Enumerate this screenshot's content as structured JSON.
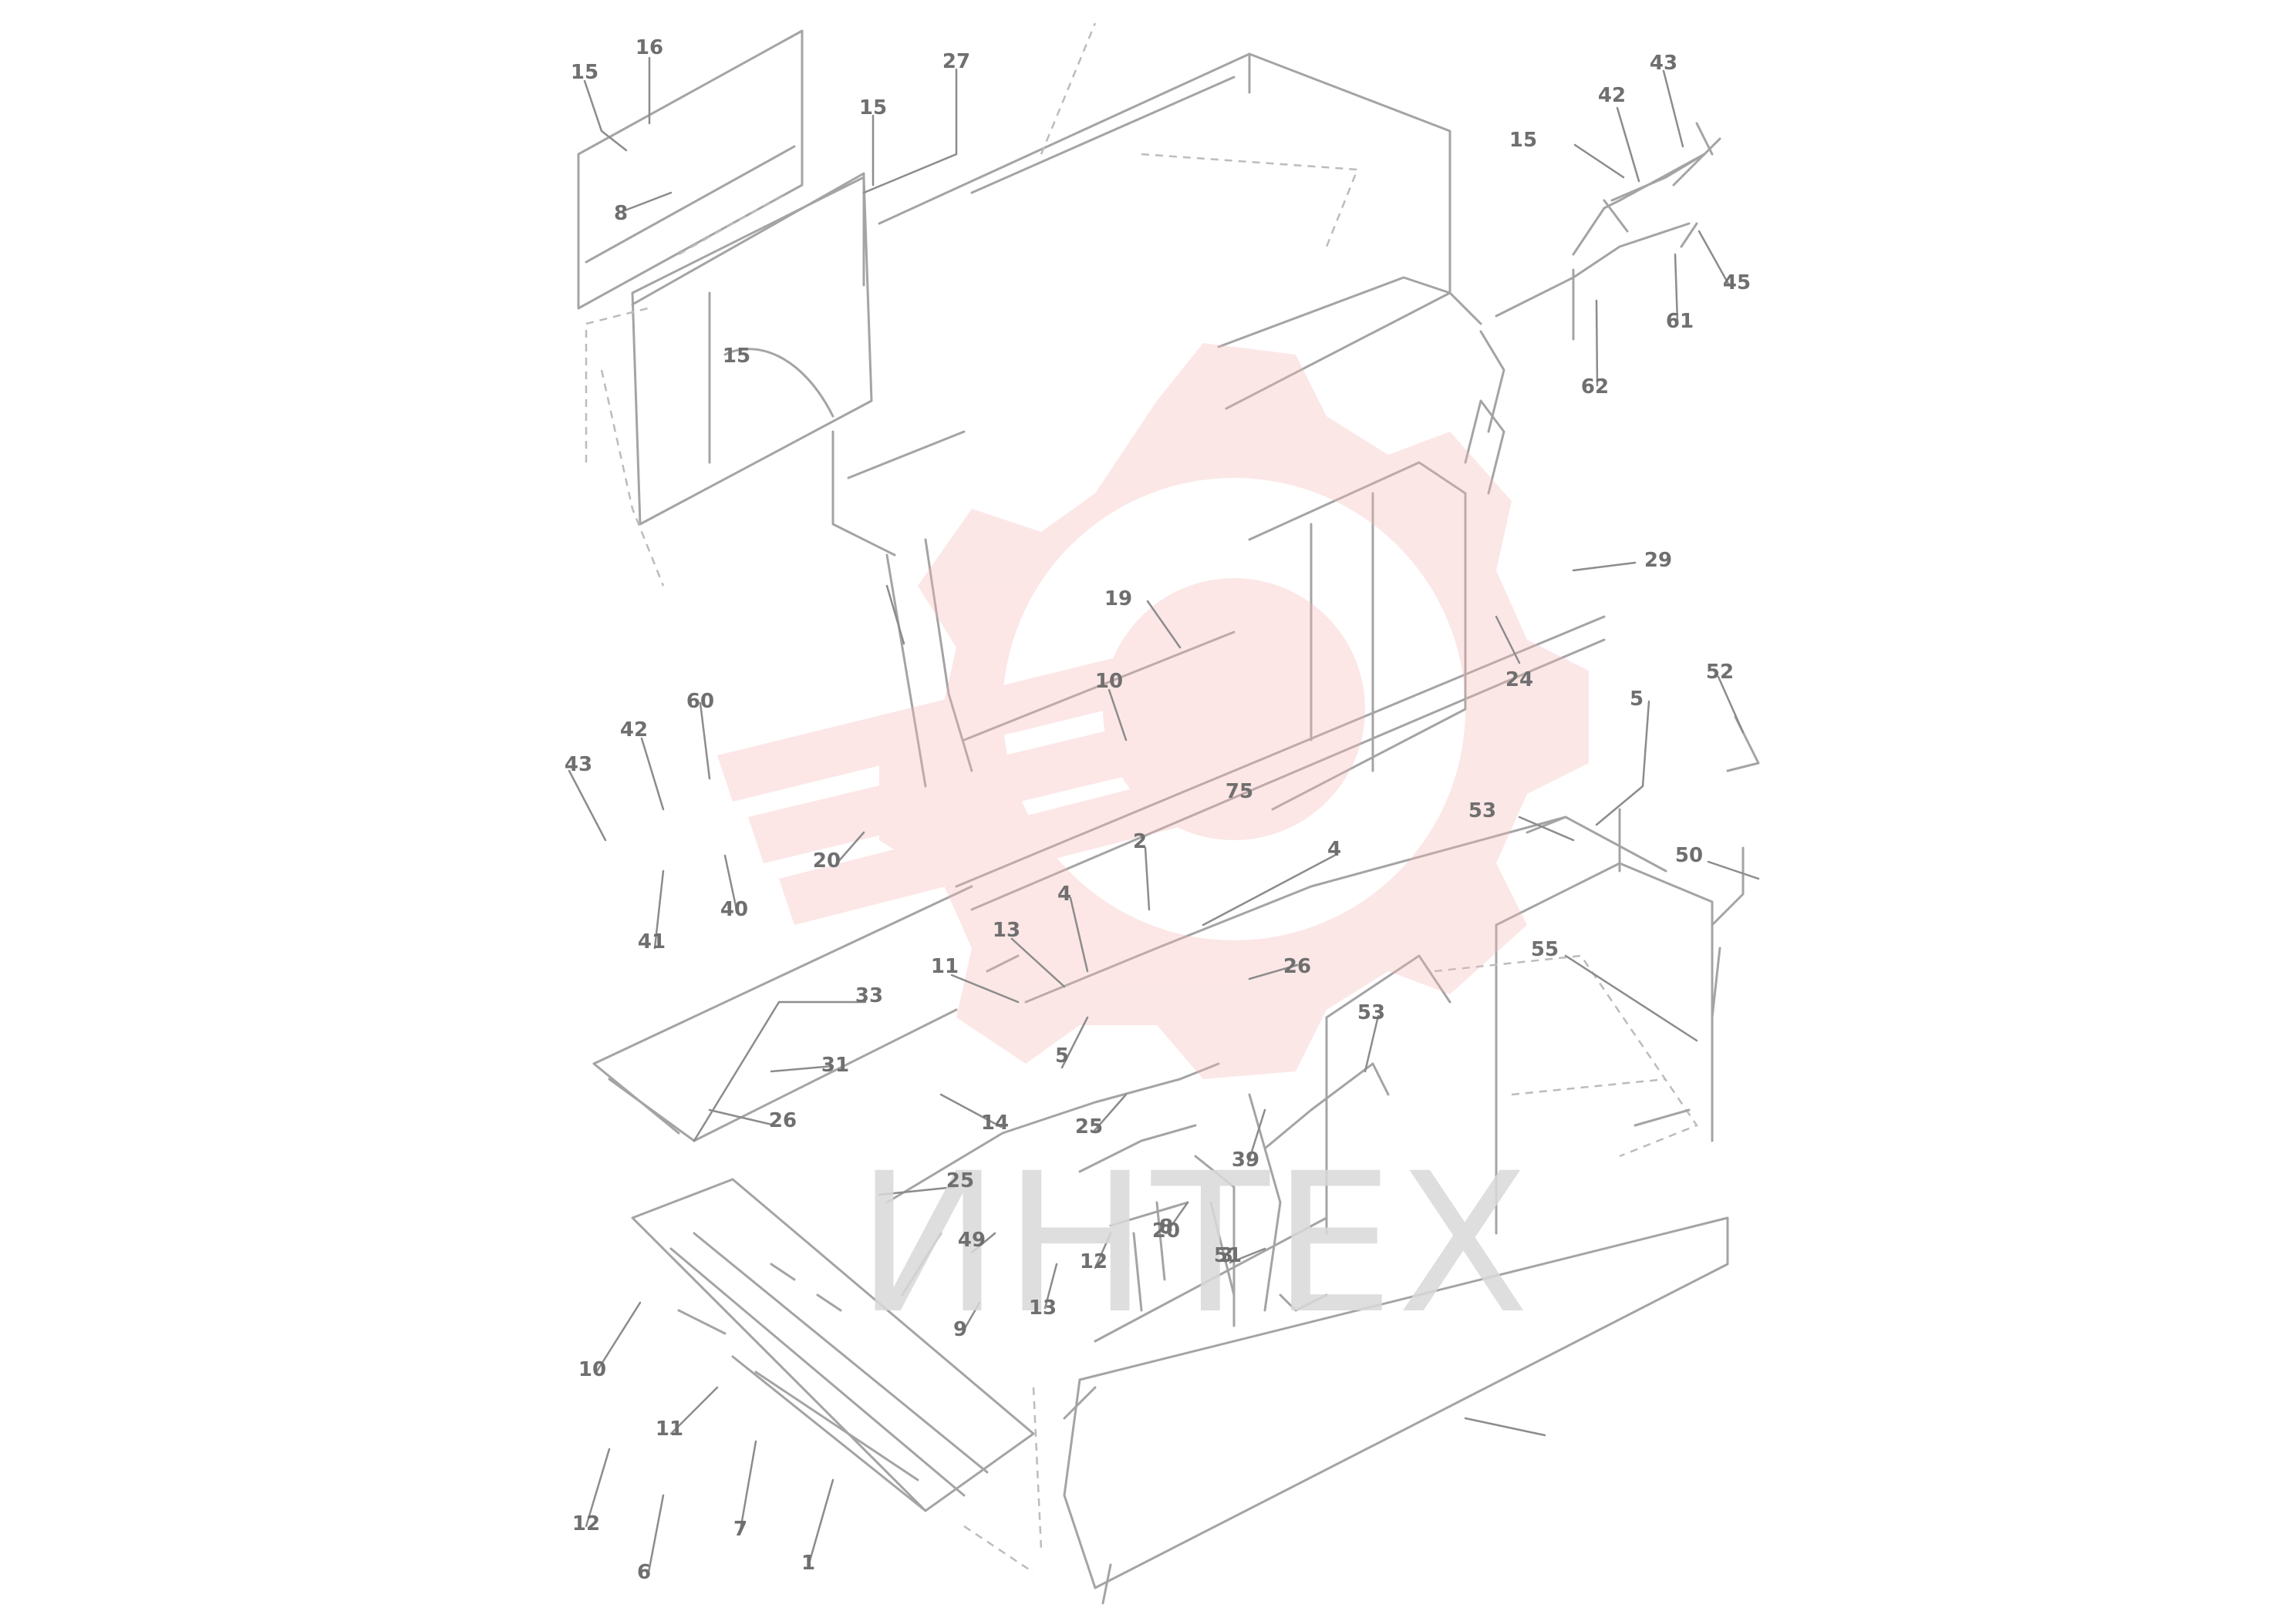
{
  "callouts": [
    {
      "id": "c1",
      "text": "15"
    },
    {
      "id": "c2",
      "text": "16"
    },
    {
      "id": "c3",
      "text": "27"
    },
    {
      "id": "c4",
      "text": "15"
    },
    {
      "id": "c5",
      "text": "8"
    },
    {
      "id": "c6",
      "text": "15"
    },
    {
      "id": "c7",
      "text": "42"
    },
    {
      "id": "c8",
      "text": "43"
    },
    {
      "id": "c9",
      "text": "45"
    },
    {
      "id": "c10",
      "text": "61"
    },
    {
      "id": "c11",
      "text": "62"
    },
    {
      "id": "c12",
      "text": "29"
    },
    {
      "id": "c13",
      "text": "24"
    },
    {
      "id": "c14",
      "text": "19"
    },
    {
      "id": "c15",
      "text": "10"
    },
    {
      "id": "c16",
      "text": "75"
    },
    {
      "id": "c17",
      "text": "15"
    },
    {
      "id": "c18",
      "text": "60"
    },
    {
      "id": "c19",
      "text": "42"
    },
    {
      "id": "c20",
      "text": "43"
    },
    {
      "id": "c21",
      "text": "20"
    },
    {
      "id": "c22",
      "text": "41"
    },
    {
      "id": "c23",
      "text": "40"
    },
    {
      "id": "c24",
      "text": "2"
    },
    {
      "id": "c25",
      "text": "4"
    },
    {
      "id": "c26",
      "text": "4"
    },
    {
      "id": "c27",
      "text": "13"
    },
    {
      "id": "c28",
      "text": "11"
    },
    {
      "id": "c29",
      "text": "33"
    },
    {
      "id": "c30",
      "text": "31"
    },
    {
      "id": "c31",
      "text": "26"
    },
    {
      "id": "c32",
      "text": "26"
    },
    {
      "id": "c33",
      "text": "5"
    },
    {
      "id": "c34",
      "text": "52"
    },
    {
      "id": "c35",
      "text": "53"
    },
    {
      "id": "c36",
      "text": "50"
    },
    {
      "id": "c37",
      "text": "55"
    },
    {
      "id": "c38",
      "text": "53"
    },
    {
      "id": "c39",
      "text": "5"
    },
    {
      "id": "c40",
      "text": "14"
    },
    {
      "id": "c41",
      "text": "25"
    },
    {
      "id": "c42",
      "text": "39"
    },
    {
      "id": "c43",
      "text": "25"
    },
    {
      "id": "c44",
      "text": "49"
    },
    {
      "id": "c45",
      "text": "20"
    },
    {
      "id": "c46",
      "text": "3"
    },
    {
      "id": "c47",
      "text": "8"
    },
    {
      "id": "c48",
      "text": "12"
    },
    {
      "id": "c49",
      "text": "13"
    },
    {
      "id": "c50",
      "text": "51"
    },
    {
      "id": "c51",
      "text": "9"
    },
    {
      "id": "c52",
      "text": "10"
    },
    {
      "id": "c53",
      "text": "11"
    },
    {
      "id": "c54",
      "text": "12"
    },
    {
      "id": "c55",
      "text": "6"
    },
    {
      "id": "c56",
      "text": "7"
    },
    {
      "id": "c57",
      "text": "1"
    }
  ],
  "watermark": {
    "text": "ИНТЕХ",
    "colors": {
      "gear": "#f7b5b5",
      "text": "#d9d9d9"
    }
  },
  "colors": {
    "line": "#a4a4a4",
    "label": "#6f6f6f",
    "background": "#ffffff"
  }
}
